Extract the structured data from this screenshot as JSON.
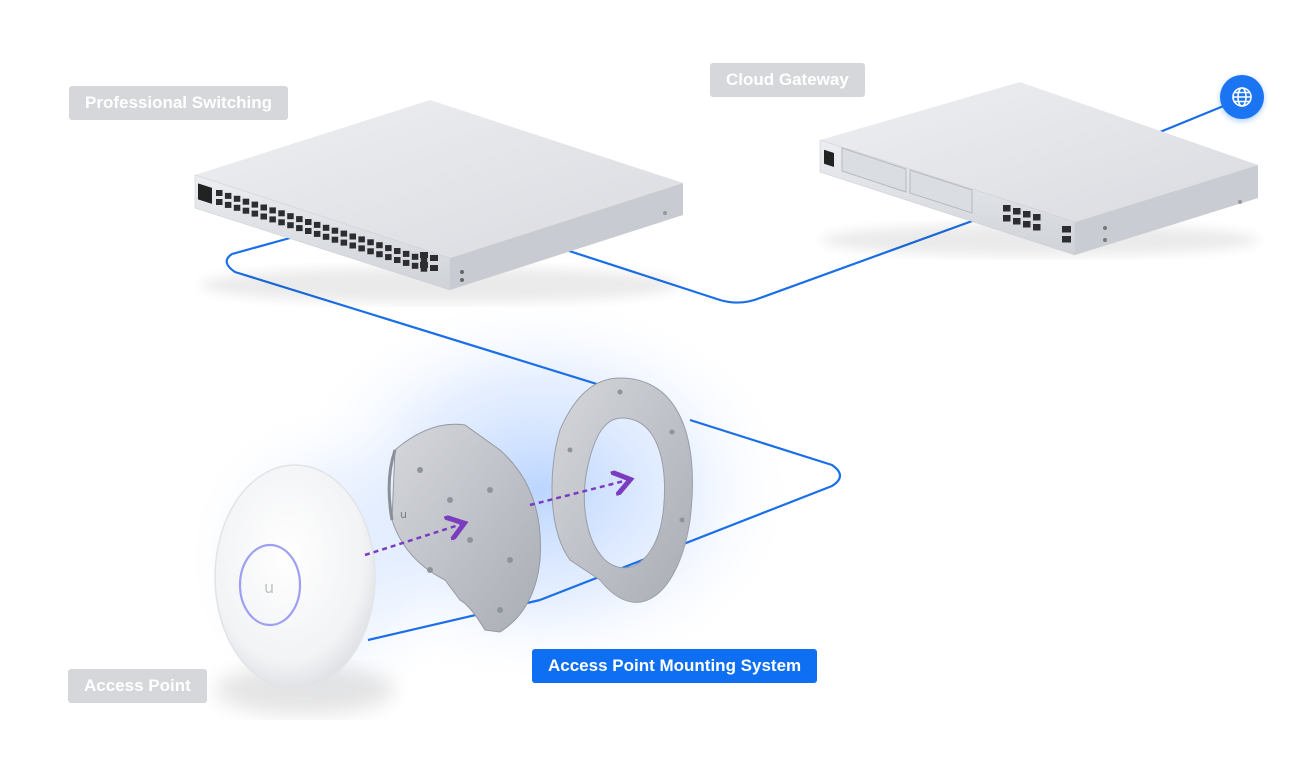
{
  "labels": {
    "professional_switching": "Professional Switching",
    "cloud_gateway": "Cloud Gateway",
    "access_point": "Access Point",
    "mounting_system": "Access Point Mounting System"
  },
  "icons": {
    "internet": "globe-icon",
    "ap_logo": "ubiquiti-u-logo",
    "arrow": "dashed-arrow"
  },
  "colors": {
    "cable": "#1a6fe8",
    "label_inactive_bg": "#d5d7db",
    "label_active_bg": "#0e6ff2",
    "arrow": "#7a3dbf",
    "device_body": "#e7e8ec",
    "glow": "#cfe0ff"
  }
}
